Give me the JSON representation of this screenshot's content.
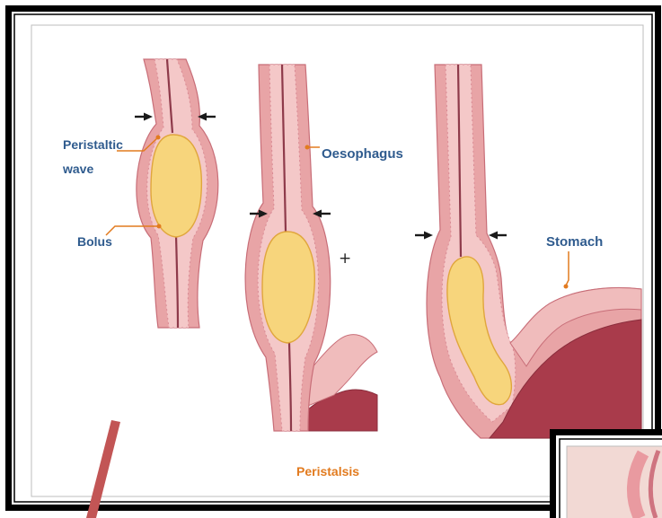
{
  "figure": {
    "labels": {
      "peristaltic_wave": [
        "Peristaltic",
        "wave"
      ],
      "bolus": "Bolus",
      "oesophagus": "Oesophagus",
      "stomach": "Stomach",
      "plus_mark": "+",
      "caption": "Peristalsis"
    }
  },
  "icons": [
    "arrow-right-icon",
    "arrow-left-icon"
  ],
  "colors": {
    "label_text": "#2f5b8e",
    "caption_text": "#e27b1f",
    "leader_line": "#e27b1f",
    "tissue": "#e8a4a6",
    "mucosa": "#f4c8c8",
    "bolus": "#f7d57c",
    "stomach_lining": "#a93b4b",
    "overlay_stroke": "#c25555"
  }
}
